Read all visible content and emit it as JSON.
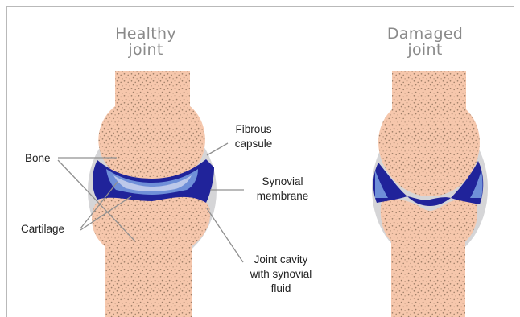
{
  "titles": {
    "healthy_line1": "Healthy",
    "healthy_line2": "joint",
    "damaged_line1": "Damaged",
    "damaged_line2": "joint"
  },
  "labels": {
    "bone": "Bone",
    "cartilage": "Cartilage",
    "fibrous_line1": "Fibrous",
    "fibrous_line2": "capsule",
    "synovial_line1": "Synovial",
    "synovial_line2": "membrane",
    "cavity_line1": "Joint cavity",
    "cavity_line2": "with synovial",
    "cavity_line3": "fluid"
  },
  "colors": {
    "bone_fill": "#f6c7ac",
    "bone_speckle": "#9d7d66",
    "capsule": "#d5d5d7",
    "synovial_dark": "#20239a",
    "synovial_light": "#6f8fd8",
    "cartilage_light": "#bcc8ea"
  }
}
